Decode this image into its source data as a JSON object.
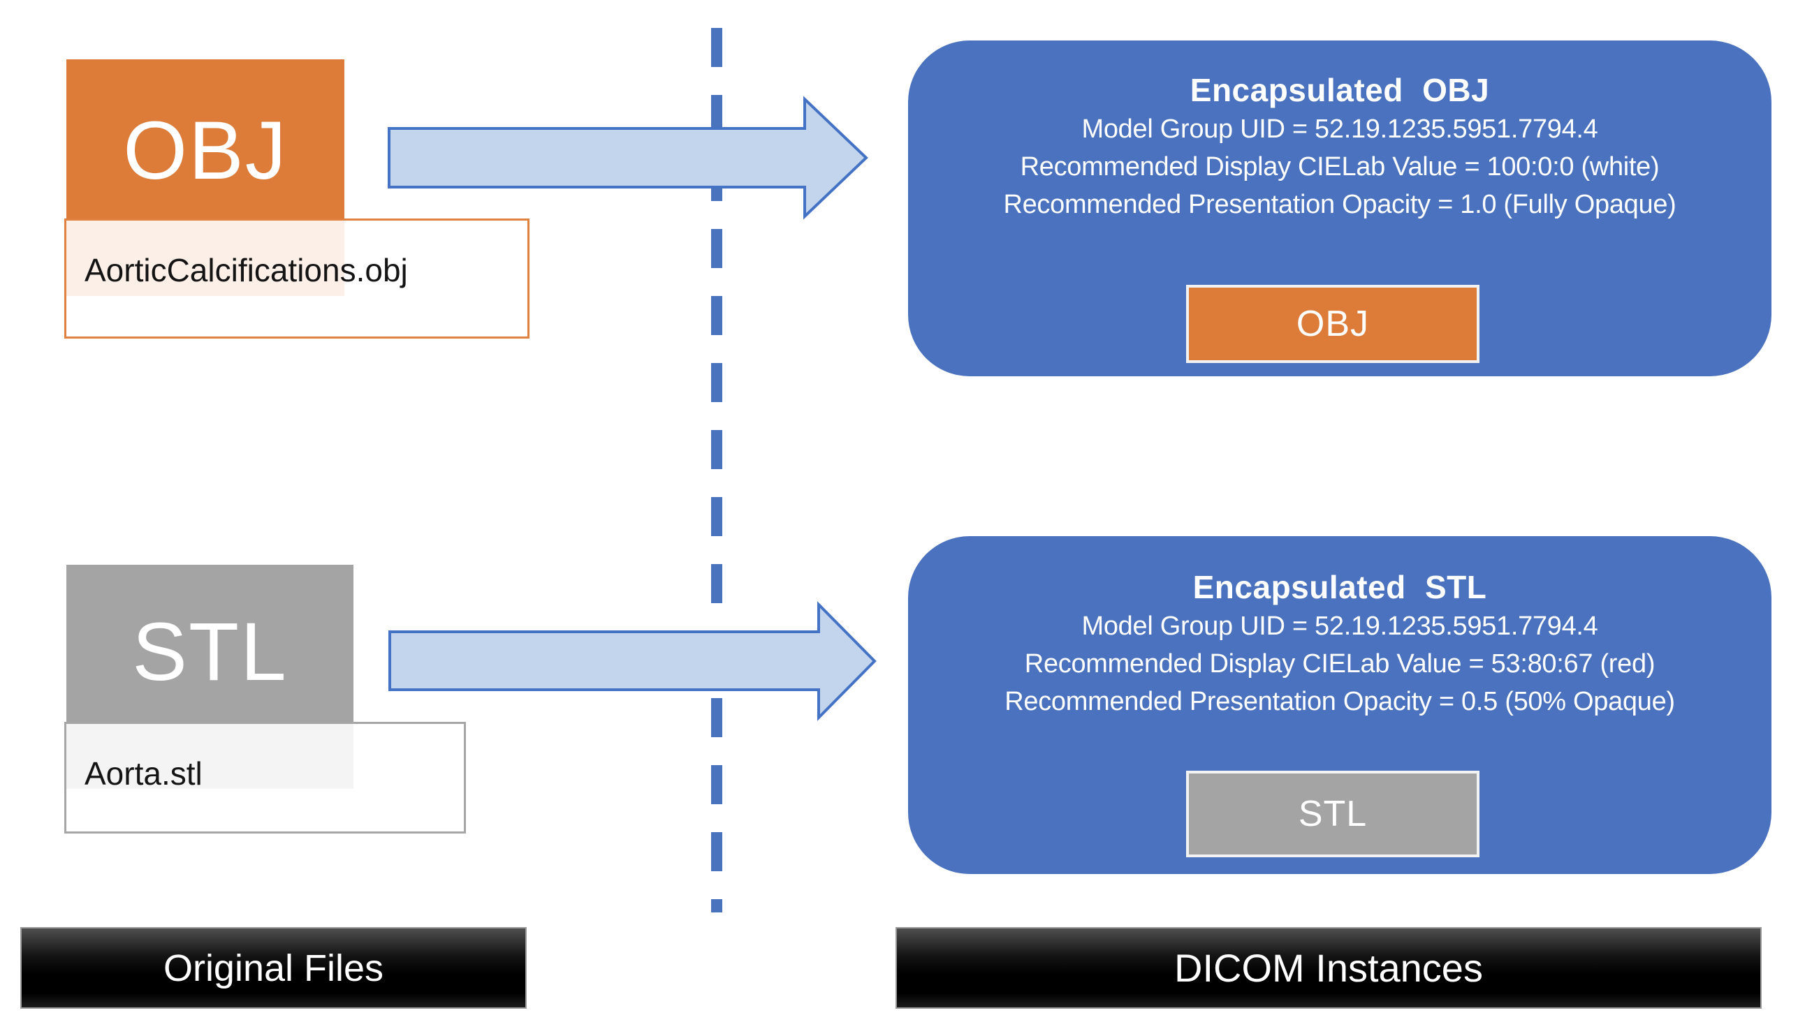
{
  "diagram": {
    "left": {
      "obj": {
        "format": "OBJ",
        "filename": "AorticCalcifications.obj"
      },
      "stl": {
        "format": "STL",
        "filename": "Aorta.stl"
      },
      "footer": "Original Files"
    },
    "right": {
      "obj": {
        "title": "Encapsulated OBJ",
        "uid_line": "Model Group UID = 52.19.1235.5951.7794.4",
        "cielab_line": "Recommended Display CIELab Value = 100:0:0 (white)",
        "opacity_line": "Recommended Presentation Opacity = 1.0 (Fully Opaque)",
        "chip": "OBJ"
      },
      "stl": {
        "title": "Encapsulated STL",
        "uid_line": "Model Group UID = 52.19.1235.5951.7794.4",
        "cielab_line": "Recommended Display CIELab Value = 53:80:67 (red)",
        "opacity_line": "Recommended Presentation Opacity = 0.5 (50% Opaque)",
        "chip": "STL"
      },
      "footer": "DICOM Instances"
    },
    "colors": {
      "encapsulated_box_blue": "#4a72be",
      "obj_orange": "#dd7b38",
      "stl_gray": "#a4a4a4",
      "arrow_fill": "#c3d5ec",
      "arrow_border": "#4472c4",
      "dashed_line_blue": "#4a73be",
      "footer_bar_black": "#000000"
    }
  }
}
